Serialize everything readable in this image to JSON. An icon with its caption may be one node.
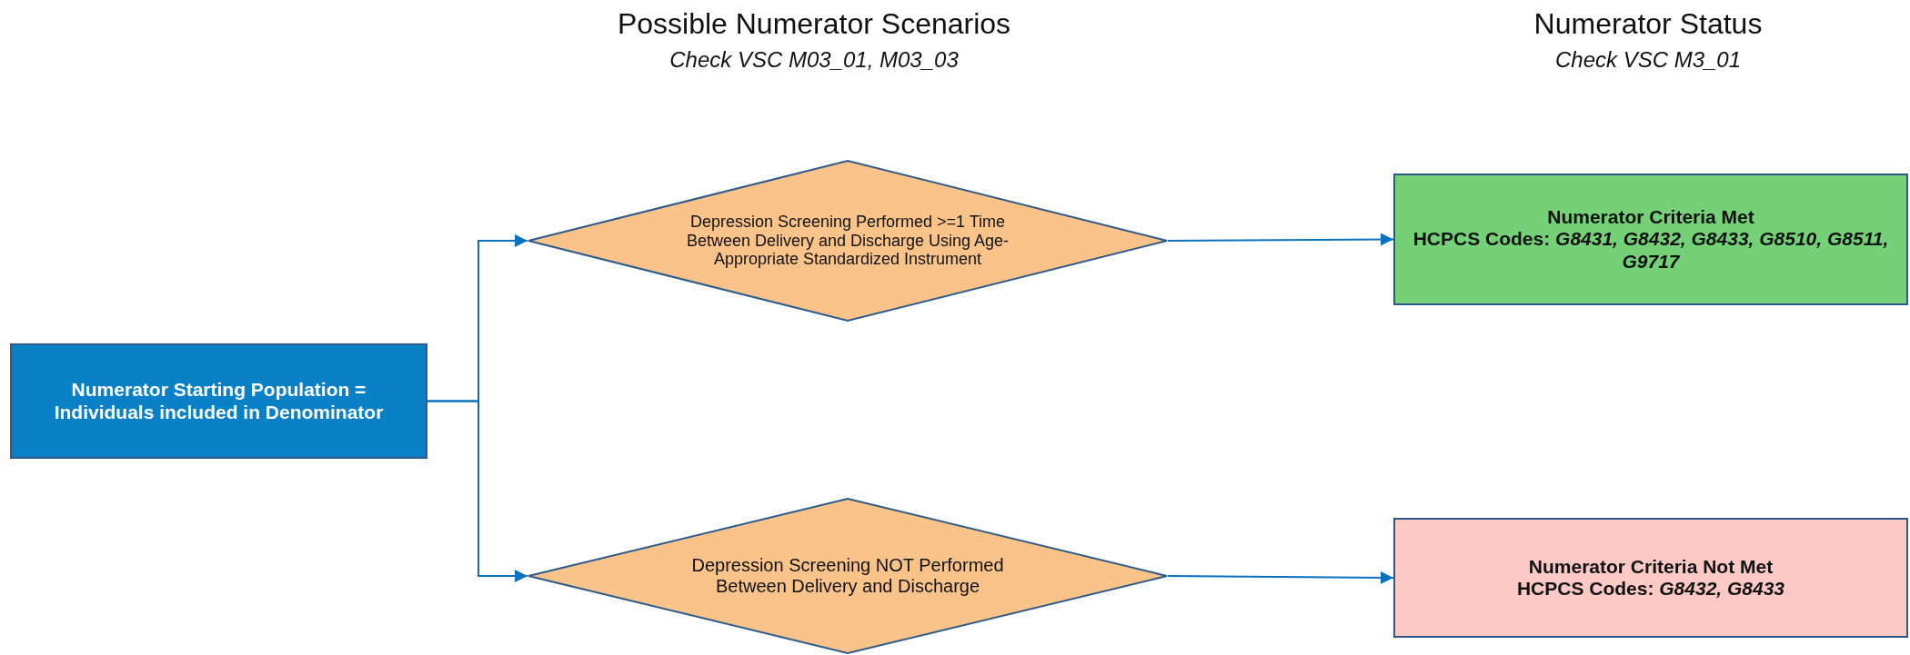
{
  "diagram": {
    "nodes": [
      {
        "text": [
          "Numerator Starting Population = Individuals included in Denominator"
        ]
      },
      {
        "text": [
          "Depression Screening Performed >=1 Time Between Delivery and Discharge Using Age-Appropriate Standardized Instrument"
        ]
      },
      {
        "text": [
          "Depression Screening NOT Performed Between Delivery and Discharge"
        ]
      },
      {
        "text": [
          "Numerator Criteria Met",
          "HCPCS Codes: *G8431, G8432, G8433, G8510, G8511, G9717*"
        ]
      },
      {
        "text": [
          "Numerator Criteria Not Met",
          "HCPCS Codes: *G8432, G8433*"
        ]
      }
    ],
    "edges": [
      {
        "from": 0,
        "to": 1,
        "arrow": "to"
      },
      {
        "from": 0,
        "to": 2,
        "arrow": "to"
      },
      {
        "from": 1,
        "to": 3,
        "arrow": "to"
      },
      {
        "from": 2,
        "to": 4,
        "arrow": "to"
      }
    ],
    "labels": [
      "Possible Numerator Scenarios",
      "Check VSC  M03_01, M03_03",
      "Numerator Status",
      "Check VSC  M3_01"
    ]
  }
}
